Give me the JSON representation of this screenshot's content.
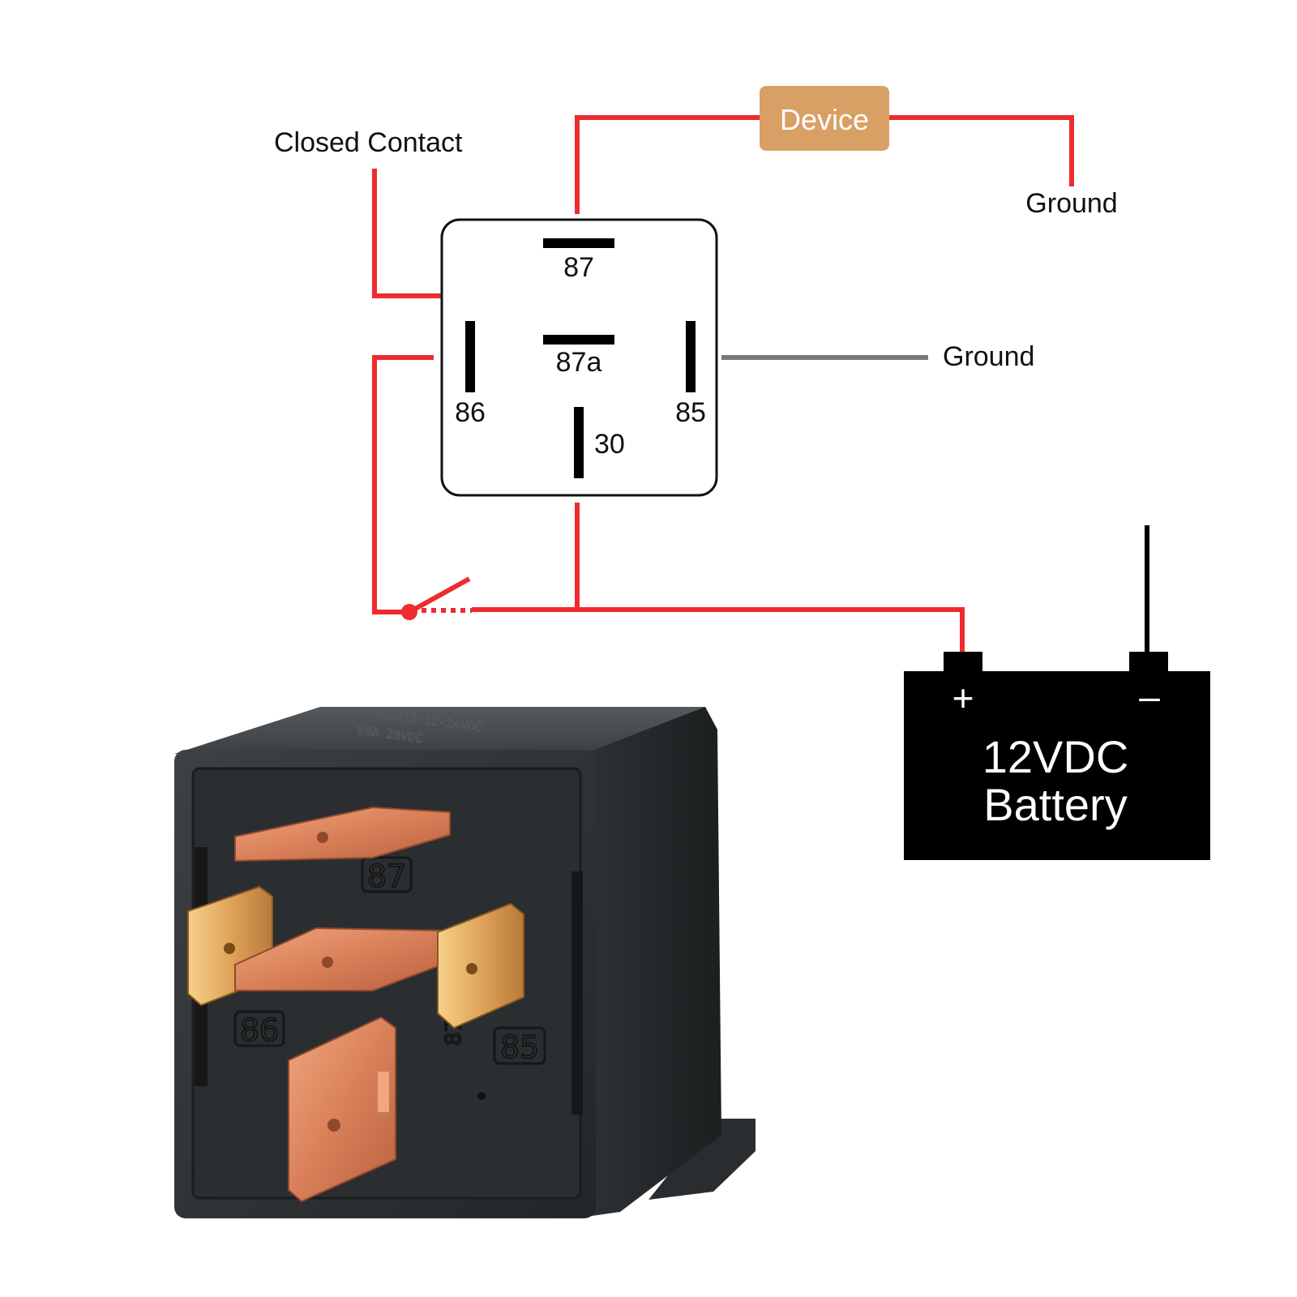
{
  "labels": {
    "closed_contact": "Closed Contact",
    "device": "Device",
    "ground_device": "Ground",
    "ground_85": "Ground"
  },
  "relay_pins": {
    "p87": "87",
    "p87a": "87a",
    "p86": "86",
    "p85": "85",
    "p30": "30"
  },
  "battery": {
    "plus": "+",
    "minus": "–",
    "line1": "12VDC",
    "line2": "Battery"
  },
  "relay_photo": {
    "molded_pins": {
      "p87": "87",
      "p86": "86",
      "p85": "85",
      "p87a": "87a"
    },
    "embossed_lines": [
      "JD2912-1Z-24VDC",
      "80A  28VDC"
    ]
  },
  "colors": {
    "wire_red": "#ee2b2f",
    "wire_gray": "#7a7a7a",
    "device_fill": "#d9a066",
    "battery_fill": "#000000",
    "terminal_copper": "#d98a5c"
  }
}
